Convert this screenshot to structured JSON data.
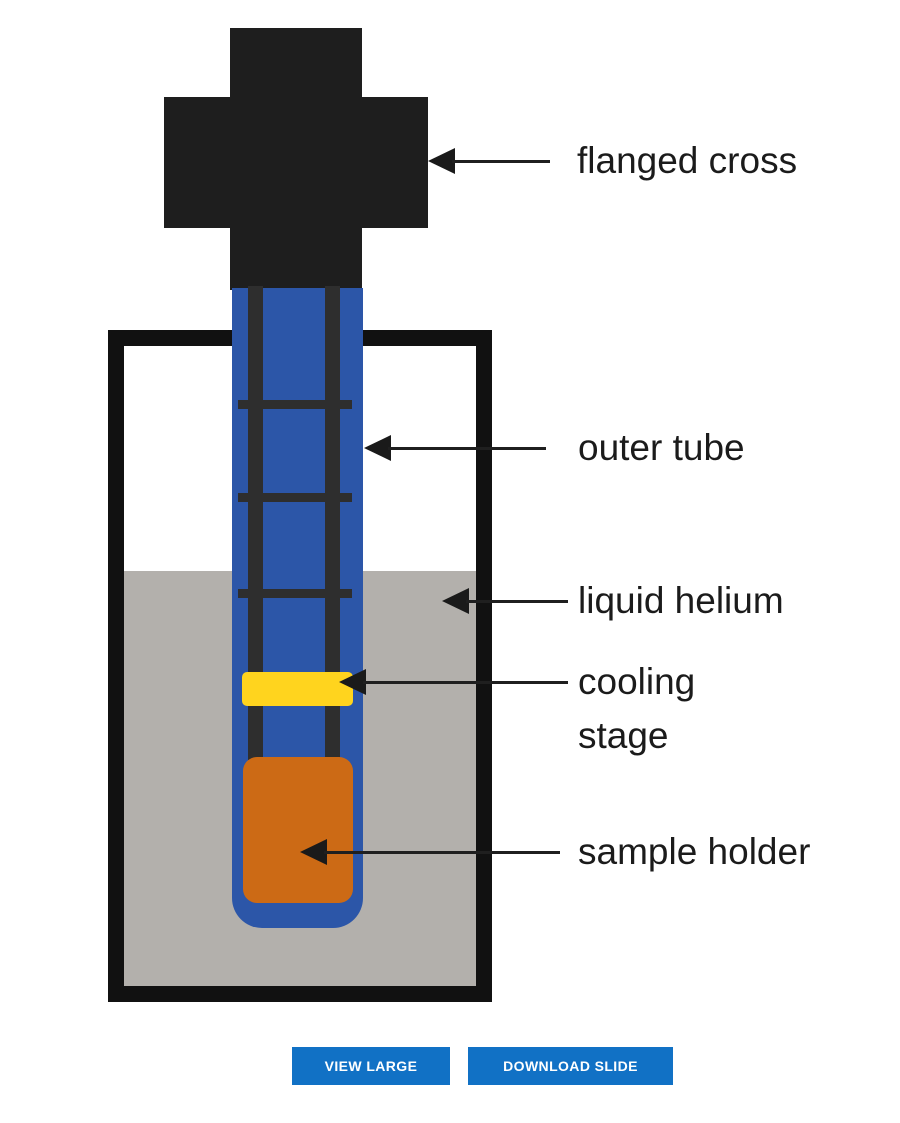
{
  "diagram": {
    "parts": {
      "flanged_cross": "flanged cross",
      "outer_tube": "outer tube",
      "liquid_helium": "liquid helium",
      "cooling_stage": "cooling stage",
      "sample_holder": "sample holder"
    },
    "colors": {
      "cross_black": "#1e1e1e",
      "tube_blue": "#2c56a8",
      "rod_dark": "#2e2e2e",
      "helium_gray": "#b3b0ac",
      "cooling_yellow": "#ffd41e",
      "sample_orange": "#cc6a15",
      "container_black": "#111111",
      "arrow_black": "#1f1f1f",
      "label_text": "#1b1b1b",
      "button_blue": "#1171c5"
    }
  },
  "toolbar": {
    "buttons": [
      {
        "label": "VIEW LARGE"
      },
      {
        "label": "DOWNLOAD SLIDE"
      }
    ]
  }
}
